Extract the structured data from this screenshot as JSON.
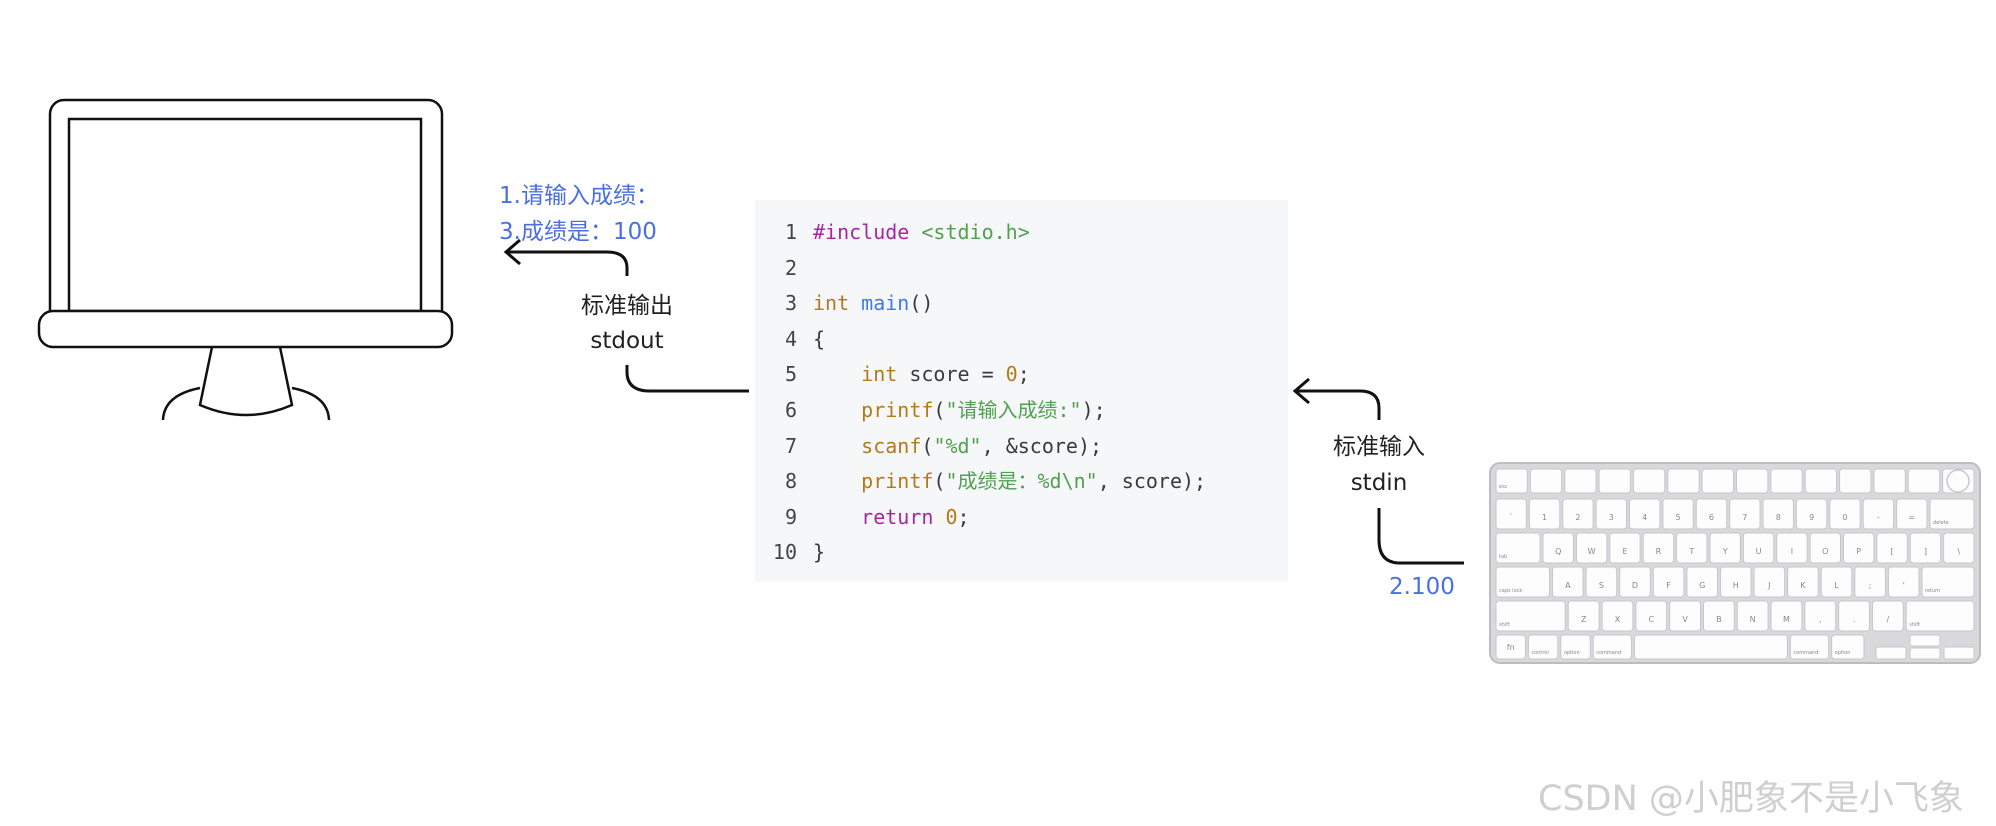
{
  "monitor": {
    "output_lines": [
      "1.请输入成绩：",
      "3.成绩是：100"
    ],
    "output_color": "#4a6fe3"
  },
  "stdout_label": {
    "line1": "标准输出",
    "line2": "stdout"
  },
  "stdin_label": {
    "line1": "标准输入",
    "line2": "stdin"
  },
  "input_value": "2.100",
  "code": {
    "lines": [
      {
        "num": "1",
        "tokens": [
          {
            "t": "#include ",
            "c": "kw-purple"
          },
          {
            "t": "<stdio.h>",
            "c": "str-green"
          }
        ]
      },
      {
        "num": "2",
        "tokens": []
      },
      {
        "num": "3",
        "tokens": [
          {
            "t": "int",
            "c": "kw-brown"
          },
          {
            "t": " ",
            "c": "plain"
          },
          {
            "t": "main",
            "c": "fn-blue"
          },
          {
            "t": "()",
            "c": "plain"
          }
        ]
      },
      {
        "num": "4",
        "tokens": [
          {
            "t": "{",
            "c": "plain"
          }
        ]
      },
      {
        "num": "5",
        "tokens": [
          {
            "t": "    ",
            "c": "plain"
          },
          {
            "t": "int",
            "c": "kw-brown"
          },
          {
            "t": " score = ",
            "c": "plain"
          },
          {
            "t": "0",
            "c": "num"
          },
          {
            "t": ";",
            "c": "plain"
          }
        ]
      },
      {
        "num": "6",
        "tokens": [
          {
            "t": "    ",
            "c": "plain"
          },
          {
            "t": "printf",
            "c": "kw-brown"
          },
          {
            "t": "(",
            "c": "plain"
          },
          {
            "t": "\"请输入成绩:\"",
            "c": "str-green"
          },
          {
            "t": ");",
            "c": "plain"
          }
        ]
      },
      {
        "num": "7",
        "tokens": [
          {
            "t": "    ",
            "c": "plain"
          },
          {
            "t": "scanf",
            "c": "kw-brown"
          },
          {
            "t": "(",
            "c": "plain"
          },
          {
            "t": "\"%d\"",
            "c": "str-green"
          },
          {
            "t": ", &score);",
            "c": "plain"
          }
        ]
      },
      {
        "num": "8",
        "tokens": [
          {
            "t": "    ",
            "c": "plain"
          },
          {
            "t": "printf",
            "c": "kw-brown"
          },
          {
            "t": "(",
            "c": "plain"
          },
          {
            "t": "\"成绩是：%d\\n\"",
            "c": "str-green"
          },
          {
            "t": ", score);",
            "c": "plain"
          }
        ]
      },
      {
        "num": "9",
        "tokens": [
          {
            "t": "    ",
            "c": "plain"
          },
          {
            "t": "return",
            "c": "kw-purple"
          },
          {
            "t": " ",
            "c": "plain"
          },
          {
            "t": "0",
            "c": "num"
          },
          {
            "t": ";",
            "c": "plain"
          }
        ]
      },
      {
        "num": "10",
        "tokens": [
          {
            "t": "}",
            "c": "plain"
          }
        ]
      }
    ]
  },
  "keyboard": {
    "row_fn": [
      "esc",
      "",
      "",
      "",
      "",
      "",
      "",
      "",
      "",
      "",
      "",
      "",
      "",
      ""
    ],
    "row_num": [
      "~\n`",
      "!\n1",
      "@\n2",
      "#\n3",
      "$\n4",
      "%\n5",
      "^\n6",
      "&\n7",
      "*\n8",
      "(\n9",
      ")\n0",
      "_\n-",
      "+\n=",
      "delete"
    ],
    "row_q": [
      "tab",
      "Q",
      "W",
      "E",
      "R",
      "T",
      "Y",
      "U",
      "I",
      "O",
      "P",
      "{\n[",
      "}\n]",
      "|\n\\"
    ],
    "row_a": [
      "caps lock",
      "A",
      "S",
      "D",
      "F",
      "G",
      "H",
      "J",
      "K",
      "L",
      ":\n;",
      "\"\n'",
      "return"
    ],
    "row_z": [
      "shift",
      "Z",
      "X",
      "C",
      "V",
      "B",
      "N",
      "M",
      "<\n,",
      ">\n.",
      "?\n/",
      "shift"
    ],
    "row_bottom": [
      "fn",
      "control",
      "option",
      "command",
      "",
      "command",
      "option"
    ]
  },
  "watermark": "CSDN @小肥象不是小飞象"
}
